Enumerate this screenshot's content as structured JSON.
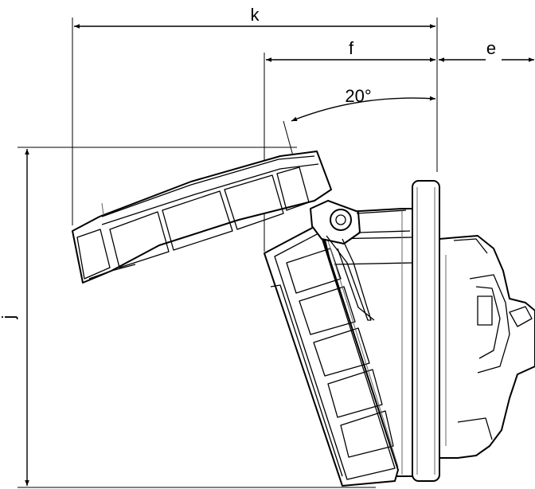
{
  "dimensions": {
    "k": "k",
    "f": "f",
    "e": "e",
    "angle": "20°",
    "j": "j"
  }
}
